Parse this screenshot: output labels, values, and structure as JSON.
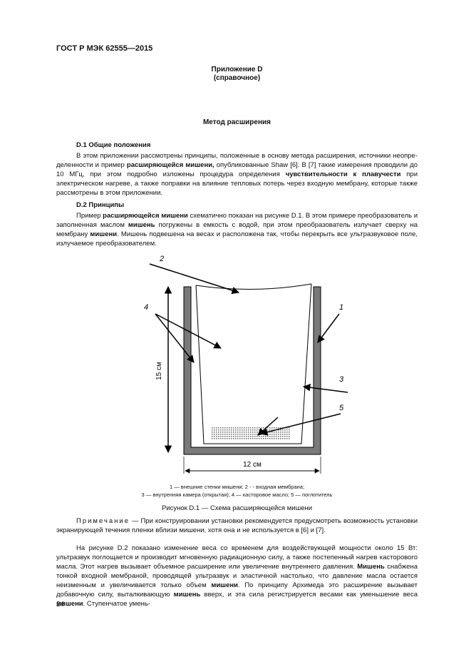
{
  "header": {
    "standard": "ГОСТ Р МЭК 62555—2015"
  },
  "appendix": {
    "title": "Приложение D",
    "subtitle": "(справочное)",
    "heading": "Метод расширения"
  },
  "section1": {
    "heading": "D.1 Общие положения",
    "text": [
      {
        "t": "В этом приложении рассмотрены принципы, положенные в основу метода расширения, источники неопре-деленности и пример ",
        "b": false
      },
      {
        "t": "расширяющейся мишени,",
        "b": true
      },
      {
        "t": " опубликованные Shaw [6]. В [7] такие измерения проводили до 10 МГц, при этом подробно изложены процедура определения ",
        "b": false
      },
      {
        "t": "чувствительности к плавучести",
        "b": true
      },
      {
        "t": " при электрическом нагреве, а также поправки на влияние тепловых потерь через входную мембрану, которые также рассмотрены в этом приложении.",
        "b": false
      }
    ]
  },
  "section2": {
    "heading": "D.2 Принципы",
    "text": [
      {
        "t": "Пример ",
        "b": false
      },
      {
        "t": "расширяющейся мишени",
        "b": true
      },
      {
        "t": " схематично показан на рисунке D.1. В этом примере преобразователь и заполненная маслом ",
        "b": false
      },
      {
        "t": "мишень",
        "b": true
      },
      {
        "t": " погружены в емкость с водой, при этом преобразователь излучает сверху на мембрану ",
        "b": false
      },
      {
        "t": "мишени",
        "b": true
      },
      {
        "t": ". Мишень подвешена на весах и расположена так, чтобы перекрыть все ультразвуковое поле, излучаемое преобразователем.",
        "b": false
      }
    ]
  },
  "figure": {
    "labels": {
      "l1": "1",
      "l2": "2",
      "l3": "3",
      "l4": "4",
      "l5": "5"
    },
    "dim_height": "15 см",
    "dim_width": "12 см",
    "legend_line1": "1 — внешние стенки мишени; 2 - - входная мембрана;",
    "legend_line2": "3 — внутренняя камера (открытая); 4 — касторовое масло; 5 — поглотитель",
    "caption": "Рисунок D.1 — Схема расширяющейся мишени"
  },
  "note": {
    "label": "Примечание",
    "text": " — При конструировании установки рекомендуется предусмотреть возможность установки экранирующей течения пленки вблизи мишени, хотя она и не используется в [6] и [7]."
  },
  "para3": {
    "text": [
      {
        "t": "На рисунке D.2 показано изменение веса со временем для воздействующей мощности около 15 Вт: ультразвук поглощается и производит мгновенную радиационную силу, а также постепенный нагрев касторового масла. Этот нагрев вызывает объемное расширение или увеличение внутреннего давления. ",
        "b": false
      },
      {
        "t": "Мишень",
        "b": true
      },
      {
        "t": " снабжена тонкой входной мембраной, проводящей ультразвук и эластичной настолько, что давление масла остается неизменным и увеличивается только объем ",
        "b": false
      },
      {
        "t": "мишени",
        "b": true
      },
      {
        "t": ". По принципу Архимеда это расширение вызывает добавочную силу, выталкивающую ",
        "b": false
      },
      {
        "t": "мишень",
        "b": true
      },
      {
        "t": " вверх, и эта сила регистрируется весами как уменьшение веса ",
        "b": false
      },
      {
        "t": "мишени",
        "b": true
      },
      {
        "t": ". Ступенчатое умень-",
        "b": false
      }
    ]
  },
  "page": {
    "number": "24"
  }
}
